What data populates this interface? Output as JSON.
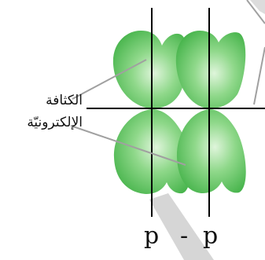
{
  "labels": {
    "density_line1": "الكثافة",
    "density_line2": "الإلكترونيّة",
    "left_orbital": "p",
    "connector": "-",
    "right_orbital": "p"
  },
  "colors": {
    "lobe_light": "#cdeec8",
    "lobe_mid": "#7ccf77",
    "lobe_dark": "#3fae45",
    "axis": "#000000",
    "pointer": "#a8a8a8",
    "shadow": "#d2d2d2"
  }
}
